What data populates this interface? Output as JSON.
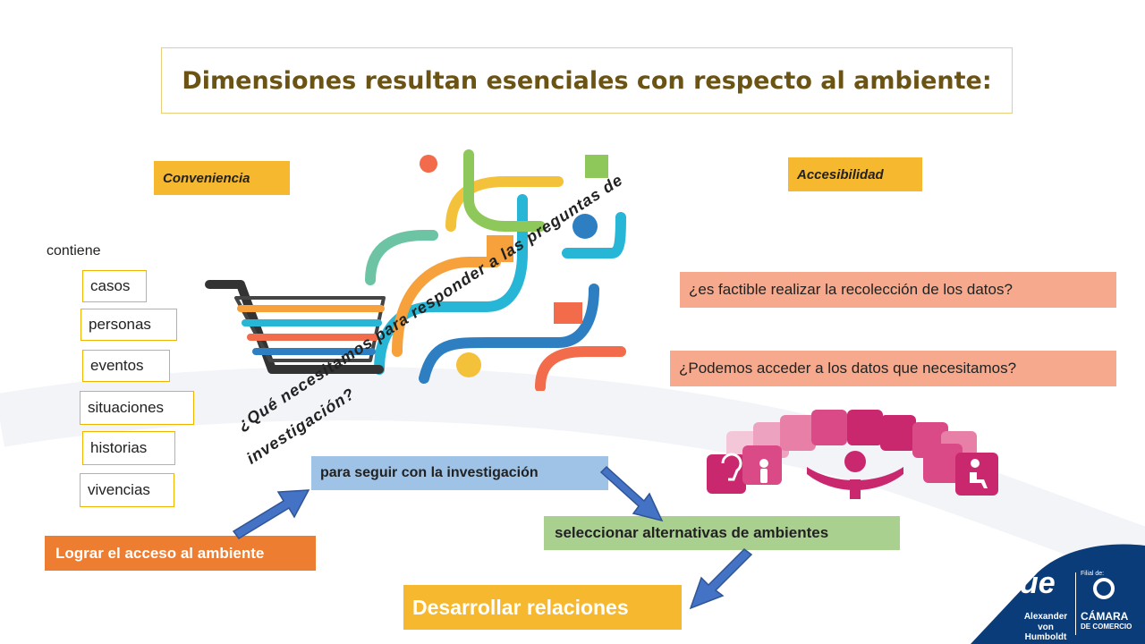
{
  "title": "Dimensiones resultan esenciales con respecto al ambiente:",
  "convenience": {
    "label": "Conveniencia",
    "contains": "contiene",
    "items": [
      "casos",
      "personas",
      "eventos",
      "situaciones",
      "historias",
      "vivencias"
    ]
  },
  "accessibility": {
    "label": "Accesibilidad",
    "q1": "¿es factible realizar la recolección de los datos?",
    "q2": "¿Podemos acceder a los datos que necesitamos?"
  },
  "question": {
    "line1": "¿Qué necesitamos para responder a las preguntas de",
    "line2": "investigación?"
  },
  "flow": {
    "access": "Lograr el acceso al ambiente",
    "continue": "para seguir con la investigación",
    "select": "seleccionar alternativas de ambientes",
    "develop": "Desarrollar relaciones"
  },
  "logo": {
    "initials": "ue",
    "line1": "Alexander",
    "line2": "von Humboldt",
    "filial": "Filial de:",
    "chamber1": "CÁMARA",
    "chamber2": "DE COMERCIO"
  },
  "colors": {
    "title": "#6b5314",
    "accent_yellow": "#f5b82e",
    "salmon": "#f6a98c",
    "blue": "#9fc3e6",
    "green": "#a9d08e",
    "orange": "#ec7d31",
    "arrow": "#4472c4",
    "brand_navy": "#0b3c7a"
  }
}
